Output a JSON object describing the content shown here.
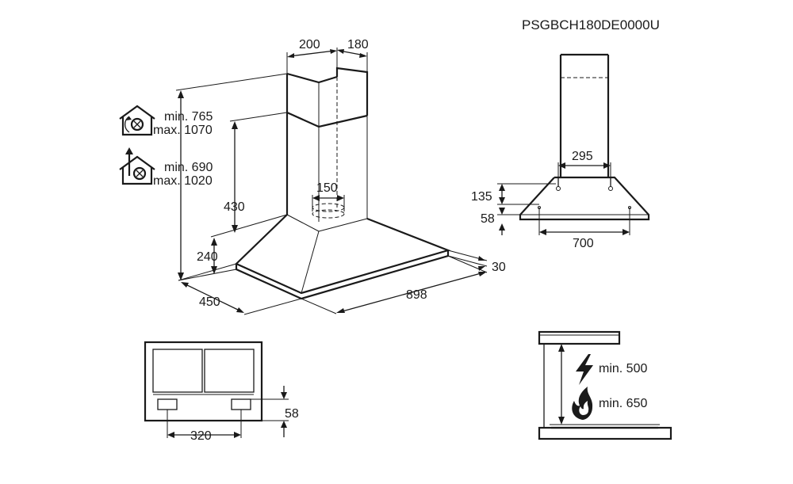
{
  "model_code": "PSGBCH180DE0000U",
  "main_view": {
    "chimney_width": "200",
    "chimney_depth": "180",
    "recirculation_height": [
      "min. 765",
      "max. 1070"
    ],
    "extraction_height": [
      "min. 690",
      "max. 1020"
    ],
    "chimney_lower_height": "430",
    "canopy_height": "240",
    "outlet_diameter": "150",
    "hood_depth": "450",
    "hood_width": "898",
    "edge_thickness": "30"
  },
  "side_view": {
    "bracket_width": "295",
    "bracket_height": "135",
    "edge_height": "58",
    "base_width": "700"
  },
  "bottom_view": {
    "filter_spacing": "320",
    "filter_offset": "58"
  },
  "install_view": {
    "electric_clearance": "min. 500",
    "gas_clearance": "min. 650"
  },
  "icons": [
    "recirculation-house-icon",
    "extraction-house-icon",
    "electric-hob-icon",
    "gas-flame-icon"
  ]
}
